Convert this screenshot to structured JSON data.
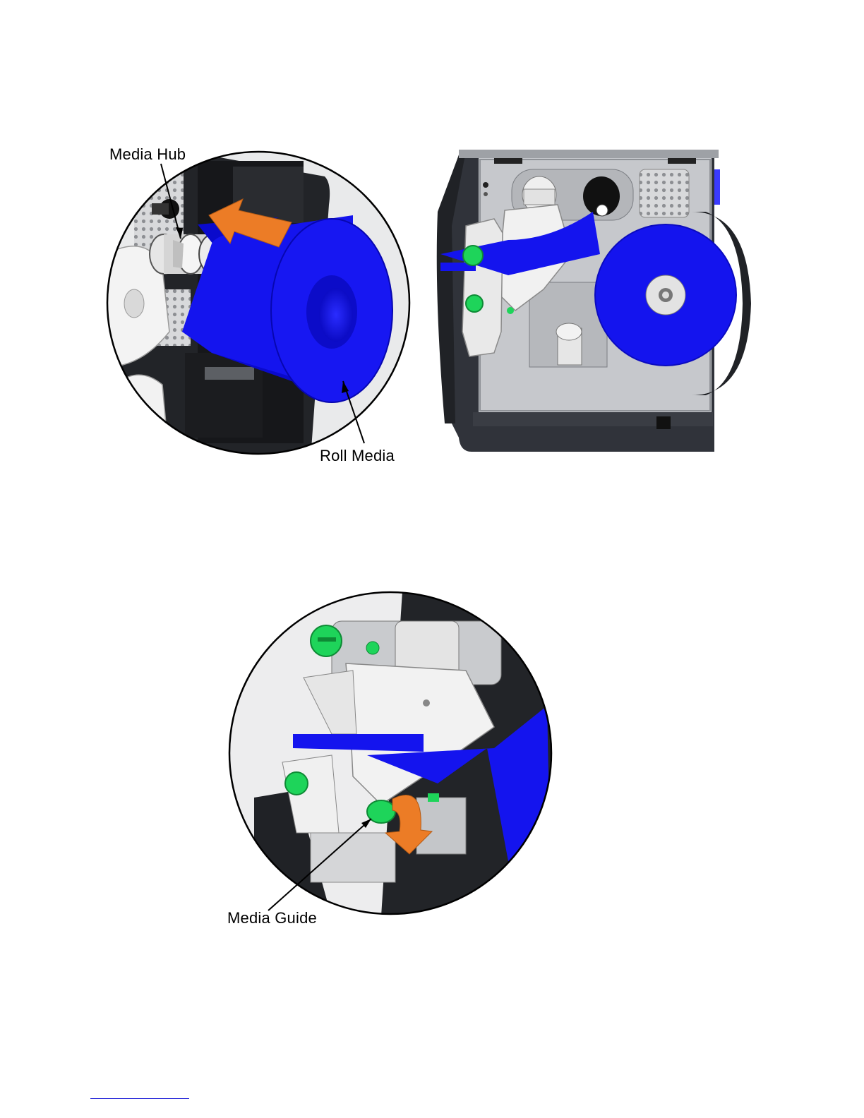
{
  "callouts": {
    "media_hub": "Media Hub",
    "roll_media": "Roll Media",
    "media_guide": "Media Guide"
  },
  "colors": {
    "media": "#1414ee",
    "media_dark": "#0808a8",
    "arrow": "#ec7c26",
    "knob": "#1ed45a",
    "chassis": "#2a2d33",
    "panel": "#c9cbce",
    "white_parts": "#eeeeee"
  },
  "icons": [
    "push-arrow-icon",
    "rotate-arrow-icon"
  ]
}
